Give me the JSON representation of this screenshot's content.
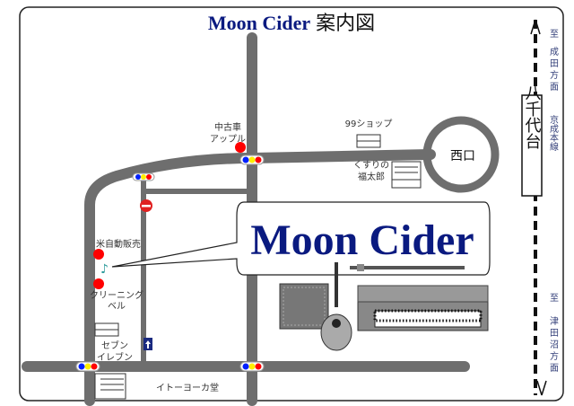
{
  "title": {
    "name": "Moon Cider",
    "suffix": "案内図"
  },
  "callout": "Moon Cider",
  "station": {
    "name": "八千代台",
    "exit": "西口"
  },
  "railway": {
    "line": "京成本線",
    "north_to": "至",
    "north_dest": "成田方面",
    "south_to": "至",
    "south_dest": "津田沼方面"
  },
  "landmarks": {
    "used_car_1": "中古車",
    "used_car_2": "アップル",
    "shop99": "99ショップ",
    "drug_1": "くすりの",
    "drug_2": "福太郎",
    "rice": "米自動販売",
    "cleaning_1": "クリーニング",
    "cleaning_2": "ベル",
    "seven_1": "セブン",
    "seven_2": "イレブン",
    "ito": "イトーヨーカ堂"
  },
  "colors": {
    "title": "#0a1a80",
    "road": "#6e6e6e",
    "marker": "#ff0000"
  }
}
